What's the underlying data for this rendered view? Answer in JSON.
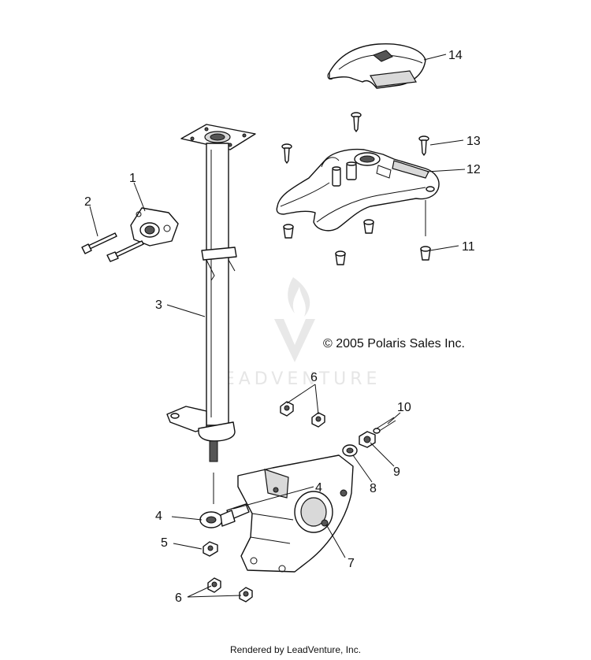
{
  "watermark": {
    "text": "LEADVENTURE"
  },
  "copyright": "© 2005 Polaris Sales Inc.",
  "footer": "Rendered by LeadVenture, Inc.",
  "callouts": {
    "c1": "1",
    "c2": "2",
    "c3": "3",
    "c4a": "4",
    "c4b": "4",
    "c5": "5",
    "c6a": "6",
    "c6b": "6",
    "c7": "7",
    "c8": "8",
    "c9": "9",
    "c10": "10",
    "c11": "11",
    "c12": "12",
    "c13": "13",
    "c14": "14"
  }
}
